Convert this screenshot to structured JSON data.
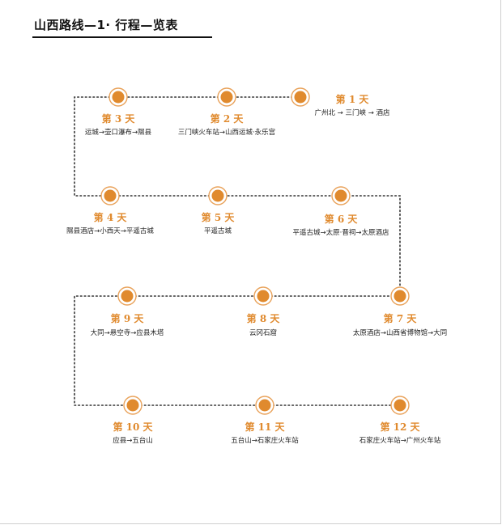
{
  "title": "山西路线—1· 行程—览表",
  "colors": {
    "accent": "#e08a2e",
    "accent_ring": "#e9a25a",
    "line": "#333333"
  },
  "days": [
    {
      "day": "第 1 天",
      "route": "广州北 → 三门峡 → 酒店"
    },
    {
      "day": "第 2 天",
      "route": "三门峡火车站→山西运城·永乐宫"
    },
    {
      "day": "第 3 天",
      "route": "运城→壶口瀑布→隰县"
    },
    {
      "day": "第 4 天",
      "route": "隰县酒店→小西天→平遥古城"
    },
    {
      "day": "第 5 天",
      "route": "平遥古城"
    },
    {
      "day": "第 6 天",
      "route": "平遥古城→太原·晋祠→太原酒店"
    },
    {
      "day": "第 7 天",
      "route": "太原酒店→山西省博物馆→大同"
    },
    {
      "day": "第 8 天",
      "route": "云冈石窟"
    },
    {
      "day": "第 9 天",
      "route": "大同→悬空寺→应县木塔"
    },
    {
      "day": "第 10 天",
      "route": "应县→五台山"
    },
    {
      "day": "第 11 天",
      "route": "五台山→石家庄火车站"
    },
    {
      "day": "第 12 天",
      "route": "石家庄火车站→广州火车站"
    }
  ]
}
